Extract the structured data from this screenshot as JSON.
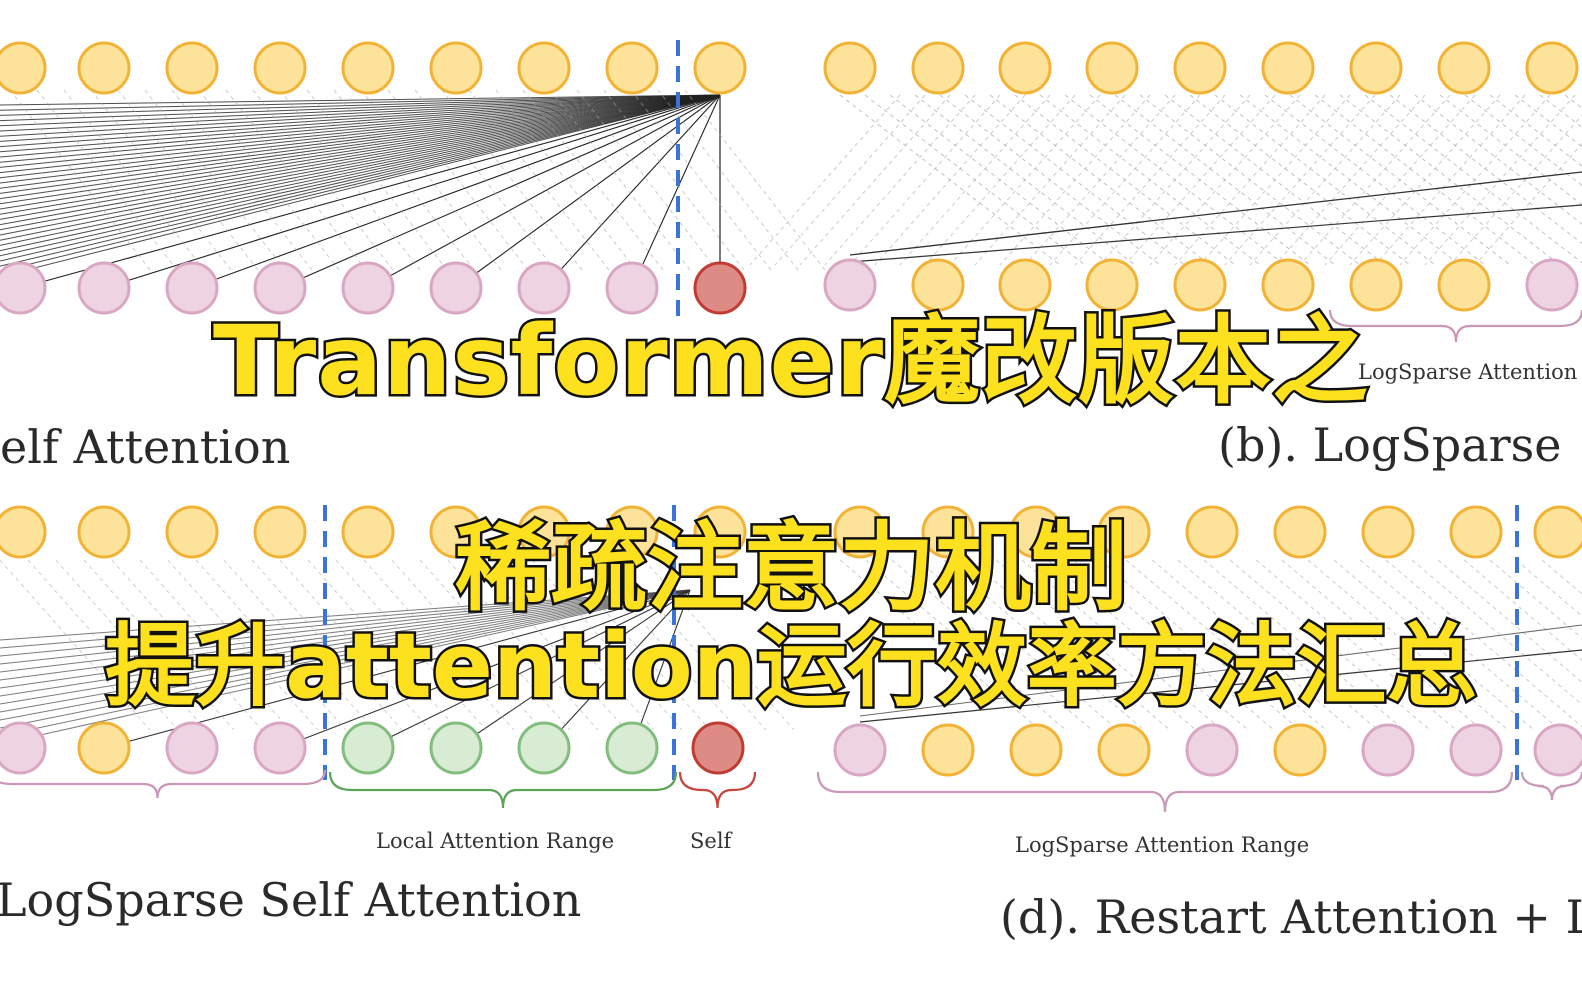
{
  "overlay": {
    "line1": "Transformer魔改版本之",
    "line2": "稀疏注意力机制",
    "line3": "提升attention运行效率方法汇总"
  },
  "captions": {
    "panel_a": "elf Attention",
    "panel_b": "(b). LogSparse",
    "panel_c": "LogSparse Self Attention",
    "panel_d": "(d). Restart Attention + L"
  },
  "labels": {
    "logsparse_range_top": "LogSparse Attention",
    "local_range": "Local Attention Range",
    "self": "Self",
    "logsparse_range_bottom": "LogSparse Attention Range"
  },
  "colors": {
    "overlay_fill": "#fde11f",
    "overlay_stroke": "#111111",
    "node_yellow": "#fde39a",
    "node_yellow_stroke": "#f2b236",
    "node_pink": "#eed3e3",
    "node_pink_stroke": "#d9a7c4",
    "node_green": "#d7ecd2",
    "node_green_stroke": "#82bd7d",
    "node_red": "#dd8b85",
    "node_red_stroke": "#c23b32",
    "divider_blue": "#3b73d9",
    "brace_pink": "#c997b8",
    "brace_green": "#5ea35a",
    "brace_red": "#c8453d"
  }
}
